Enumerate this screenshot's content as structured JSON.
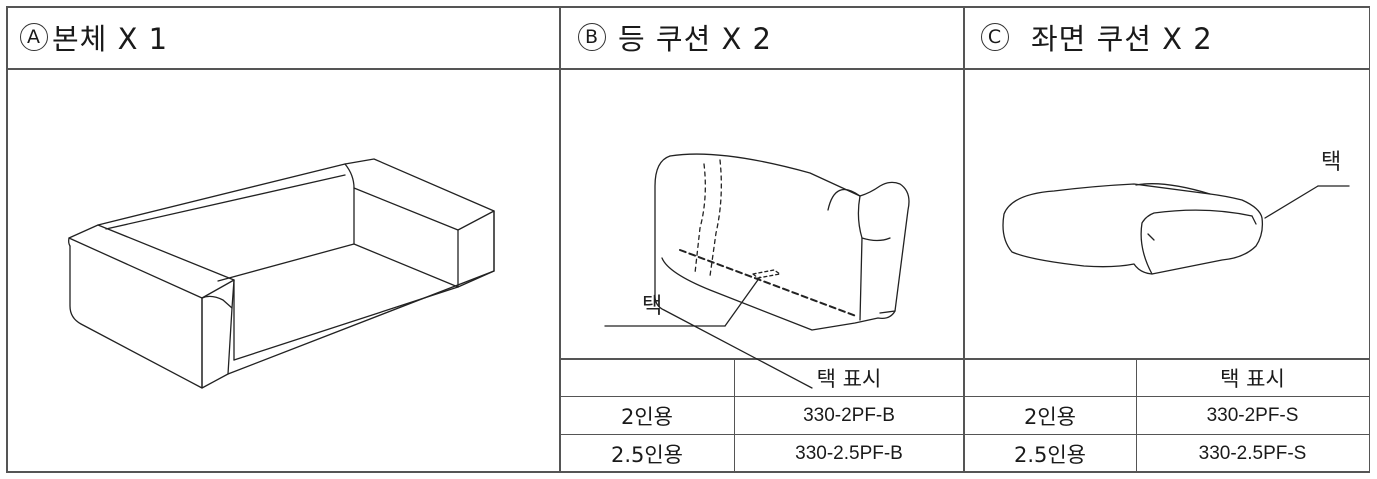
{
  "sections": {
    "a": {
      "marker": "A",
      "title": "본체 X 1"
    },
    "b": {
      "marker": "B",
      "title": "등 쿠션 X 2",
      "tag_label": "택"
    },
    "c": {
      "marker": "C",
      "title": "좌면 쿠션 X 2",
      "tag_label": "택"
    }
  },
  "tag_tables": {
    "b": {
      "header": [
        "",
        "택 표시"
      ],
      "rows": [
        [
          "2인용",
          "330-2PF-B"
        ],
        [
          "2.5인용",
          "330-2.5PF-B"
        ]
      ]
    },
    "c": {
      "header": [
        "",
        "택 표시"
      ],
      "rows": [
        [
          "2인용",
          "330-2PF-S"
        ],
        [
          "2.5인용",
          "330-2.5PF-S"
        ]
      ]
    }
  }
}
